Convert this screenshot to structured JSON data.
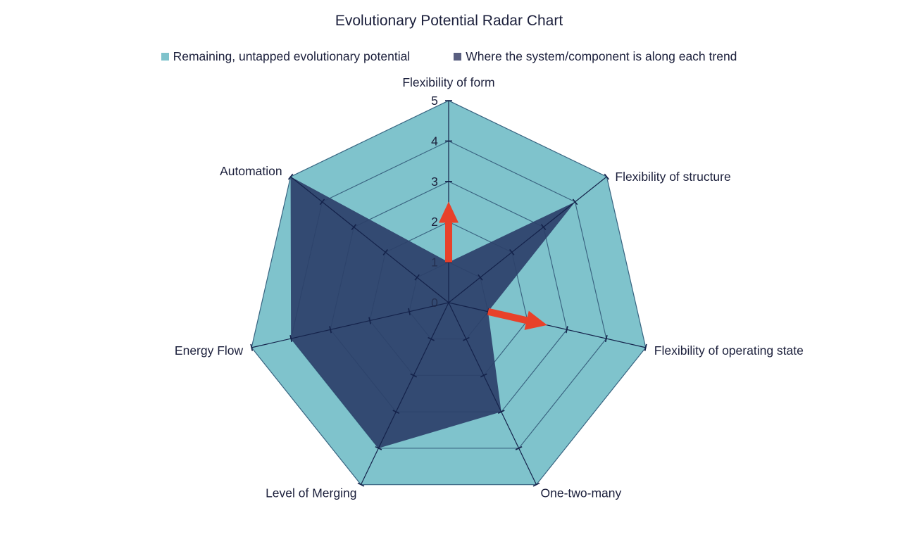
{
  "chart_data": {
    "type": "radar",
    "title": "Evolutionary Potential Radar Chart",
    "categories": [
      "Flexibility of form",
      "Flexibility of structure",
      "Flexibility of operating state",
      "One-two-many",
      "Level of Merging",
      "Energy Flow",
      "Automation"
    ],
    "series": [
      {
        "name": "Remaining, untapped evolutionary potential",
        "values": [
          5,
          5,
          5,
          5,
          5,
          5,
          5
        ],
        "color": "#7fc3cc"
      },
      {
        "name": "Where the system/component is along each trend",
        "values": [
          1,
          4,
          1,
          3,
          4,
          4,
          5
        ],
        "color": "#334a72"
      }
    ],
    "radial_axis": {
      "min": 0,
      "max": 5,
      "ticks": [
        0,
        1,
        2,
        3,
        4,
        5
      ]
    },
    "legend_position": "top",
    "annotations": [
      {
        "type": "arrow",
        "axis": "Flexibility of form",
        "from": 1,
        "to": 2.5,
        "color": "#e8412a"
      },
      {
        "type": "arrow",
        "axis": "Flexibility of operating state",
        "from": 1,
        "to": 2.5,
        "color": "#e8412a"
      }
    ]
  },
  "title": "Evolutionary Potential Radar Chart",
  "legend": [
    {
      "label": "Remaining, untapped evolutionary potential",
      "color": "#7fc3cc"
    },
    {
      "label": "Where the system/component is along each trend",
      "color": "#5a5f80"
    }
  ]
}
